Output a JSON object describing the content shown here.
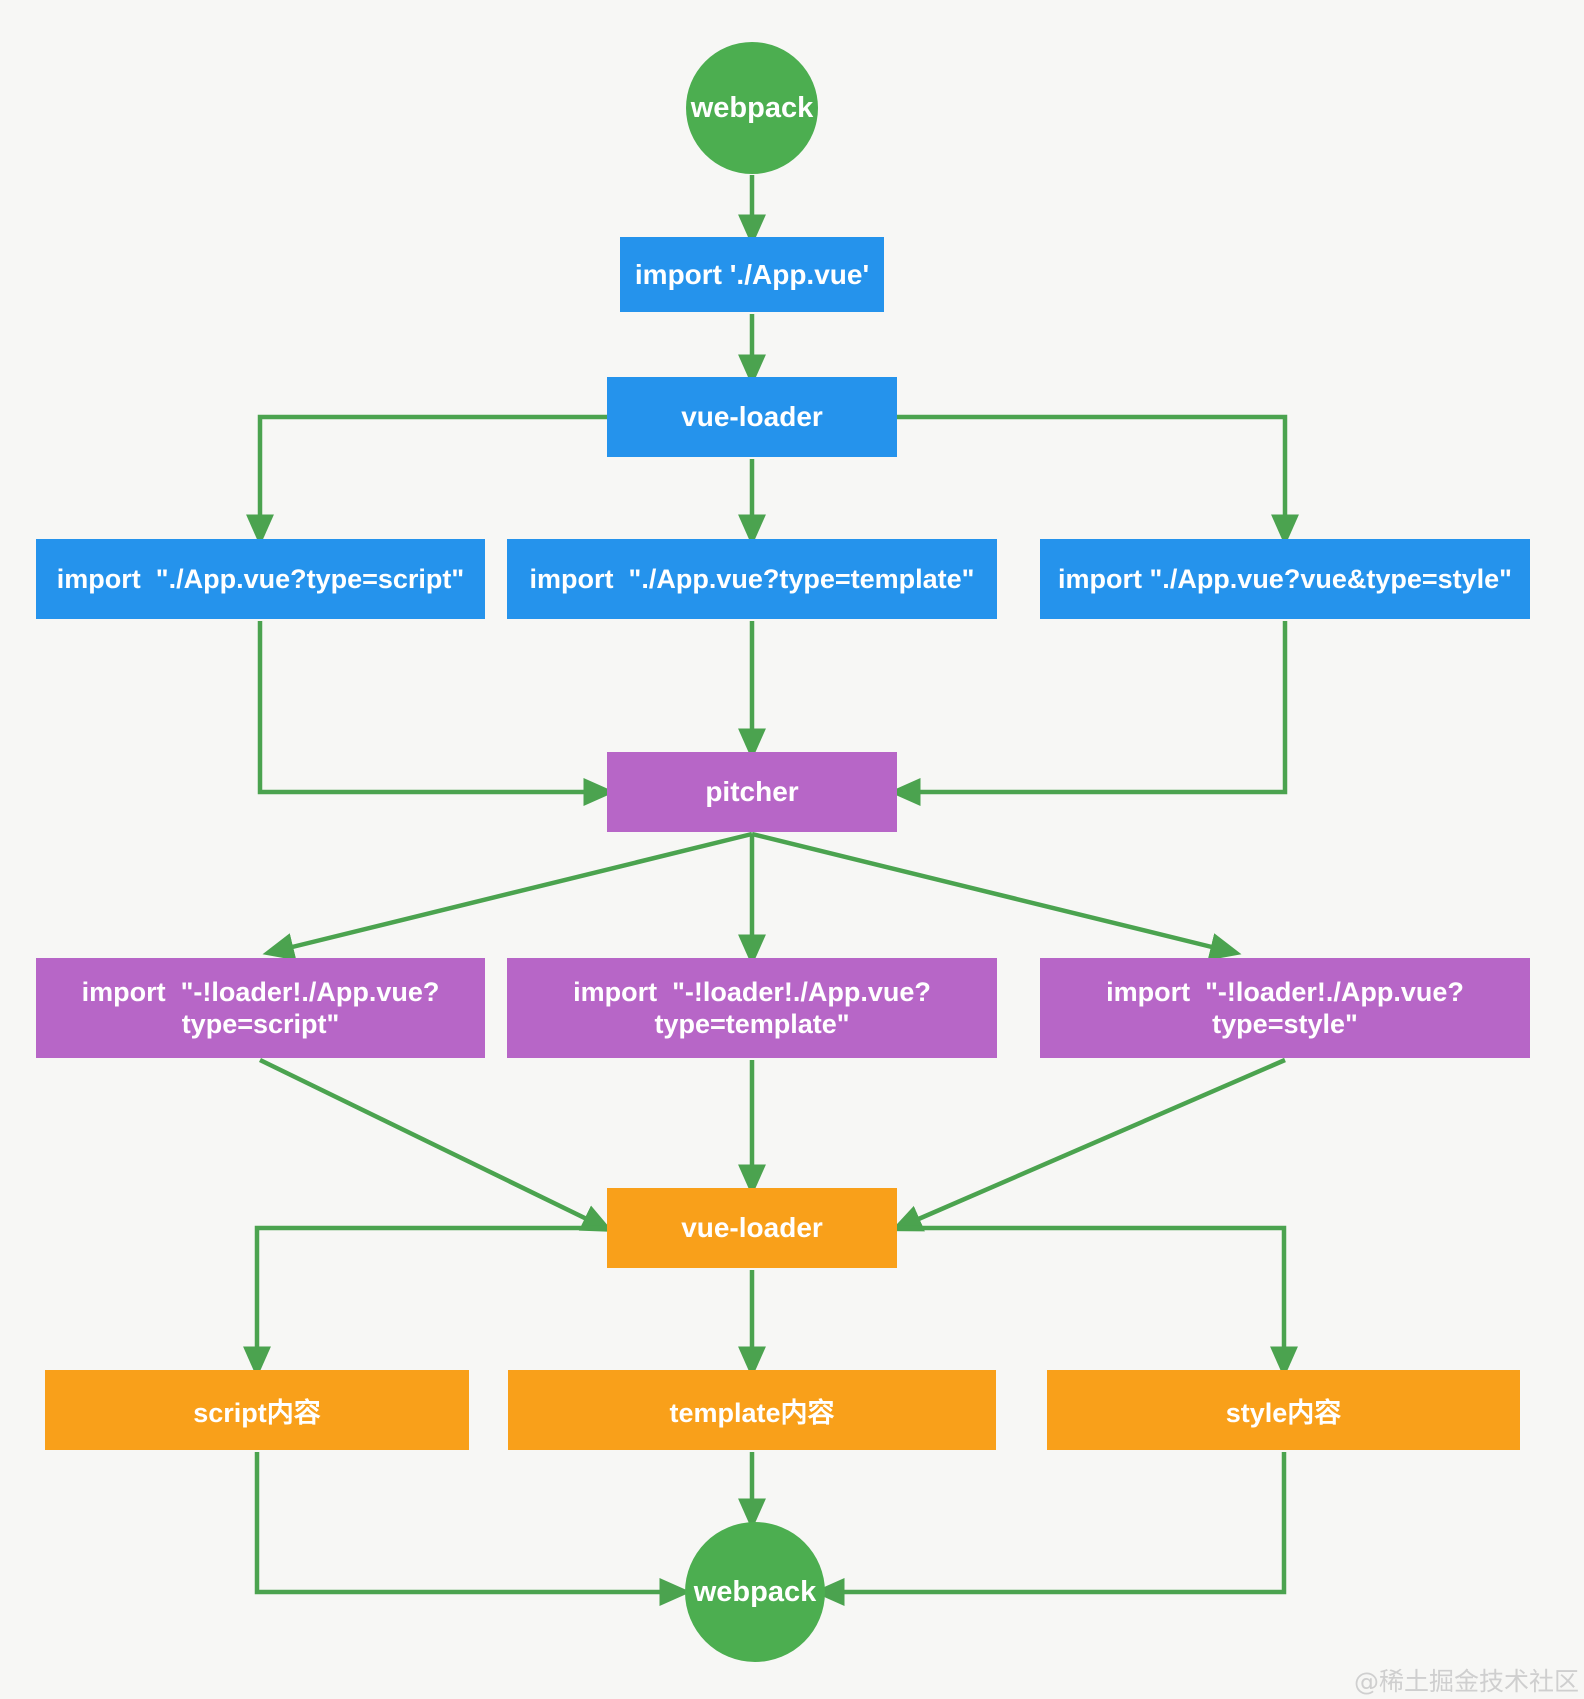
{
  "colors": {
    "background": "#f7f7f5",
    "green_node": "#4cae50",
    "arrow_green": "#4ba34f",
    "blue_node": "#2593ec",
    "purple_node": "#b766c7",
    "orange_node": "#f9a01a",
    "node_text": "#ffffff",
    "watermark_text": "#cfcfcf"
  },
  "nodes": {
    "webpack_top": "webpack",
    "import_app": "import './App.vue'",
    "vue_loader_blue": "vue-loader",
    "import_script": "import  \"./App.vue?type=script\"",
    "import_template": "import  \"./App.vue?type=template\"",
    "import_style": "import \"./App.vue?vue&type=style\"",
    "pitcher": "pitcher",
    "pitcher_script": {
      "line1": "import  \"-!loader!./App.vue?",
      "line2": "type=script\""
    },
    "pitcher_template": {
      "line1": "import  \"-!loader!./App.vue?",
      "line2": "type=template\""
    },
    "pitcher_style": {
      "line1": "import  \"-!loader!./App.vue?",
      "line2": "type=style\""
    },
    "vue_loader_orange": "vue-loader",
    "script_content": "script内容",
    "template_content": "template内容",
    "style_content": "style内容",
    "webpack_bottom": "webpack"
  },
  "watermark": "@稀土掘金技术社区"
}
